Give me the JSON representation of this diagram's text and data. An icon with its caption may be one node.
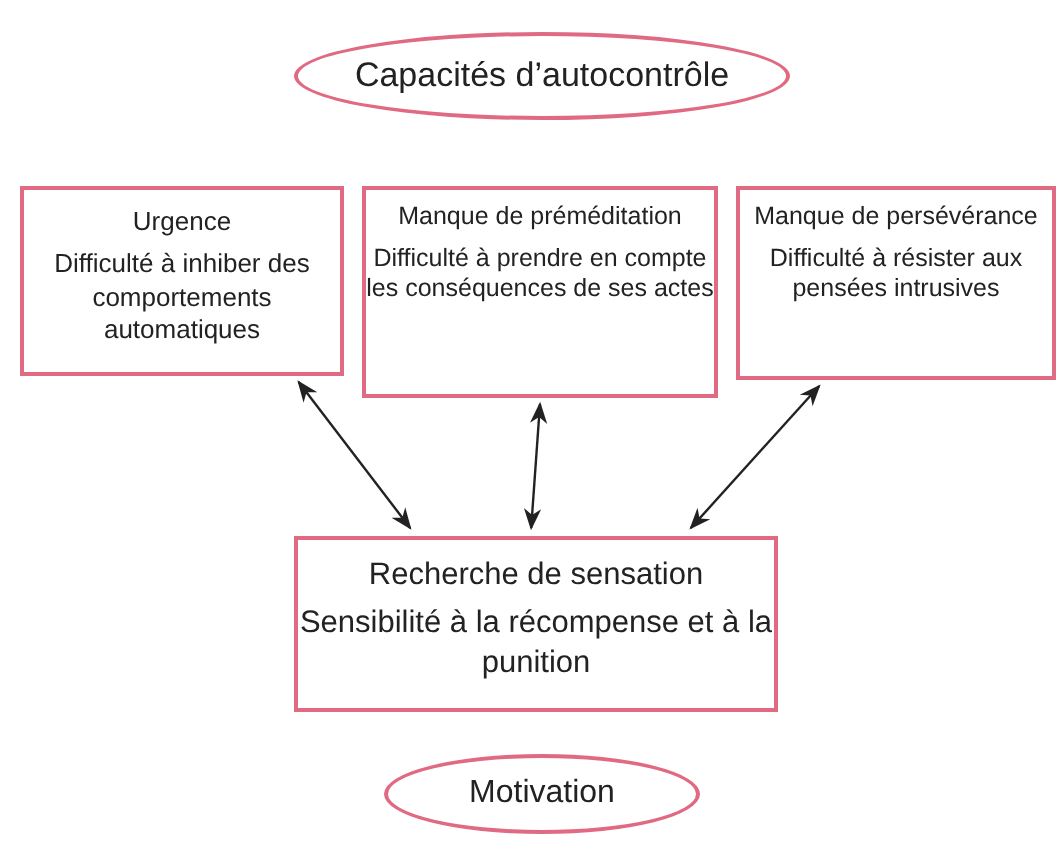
{
  "diagram": {
    "nodes": [
      {
        "text": [
          "Capacités d’autocontrôle"
        ]
      },
      {
        "text": [
          "Urgence",
          "Difficulté à inhiber des comportements automatiques"
        ]
      },
      {
        "text": [
          "Manque de préméditation",
          "Difficulté à prendre en compte les conséquences de ses actes"
        ]
      },
      {
        "text": [
          "Manque de persévérance",
          "Difficulté à résister aux pensées intrusives"
        ]
      },
      {
        "text": [
          "Recherche de sensation",
          "Sensibilité à la récompense et à la punition"
        ]
      },
      {
        "text": [
          "Motivation"
        ]
      }
    ],
    "edges": [
      {
        "from": 1,
        "to": 4,
        "arrow": "both"
      },
      {
        "from": 2,
        "to": 4,
        "arrow": "both"
      },
      {
        "from": 3,
        "to": 4,
        "arrow": "both"
      }
    ]
  }
}
